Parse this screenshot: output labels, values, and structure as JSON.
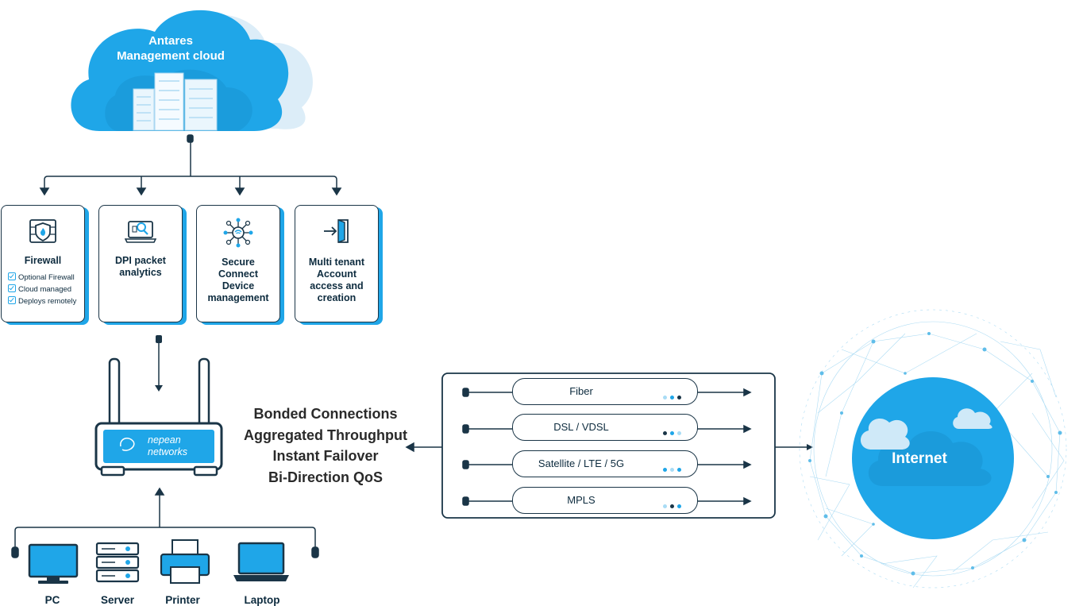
{
  "cloud": {
    "line1": "Antares",
    "line2": "Management cloud"
  },
  "cards": [
    {
      "title": "Firewall",
      "icon": "firewall-icon",
      "features": [
        "Optional Firewall",
        "Cloud managed",
        "Deploys remotely"
      ]
    },
    {
      "title_lines": [
        "DPI packet",
        "analytics"
      ],
      "icon": "laptop-search-icon"
    },
    {
      "title_lines": [
        "Secure",
        "Connect",
        "Device",
        "management"
      ],
      "icon": "network-hub-icon"
    },
    {
      "title_lines": [
        "Multi tenant",
        "Account",
        "access and",
        "creation"
      ],
      "icon": "sign-in-door-icon"
    }
  ],
  "router": {
    "brand_line1": "nepean",
    "brand_line2": "networks"
  },
  "features": [
    "Bonded Connections",
    "Aggregated Throughput",
    "Instant Failover",
    "Bi-Direction QoS"
  ],
  "connections": [
    "Fiber",
    "DSL / VDSL",
    "Satellite / LTE / 5G",
    "MPLS"
  ],
  "internet": {
    "label": "Internet"
  },
  "devices": [
    "PC",
    "Server",
    "Printer",
    "Laptop"
  ],
  "colors": {
    "accent": "#1fa6e8",
    "dark": "#1a3547",
    "light_cloud": "#dcedf8"
  }
}
